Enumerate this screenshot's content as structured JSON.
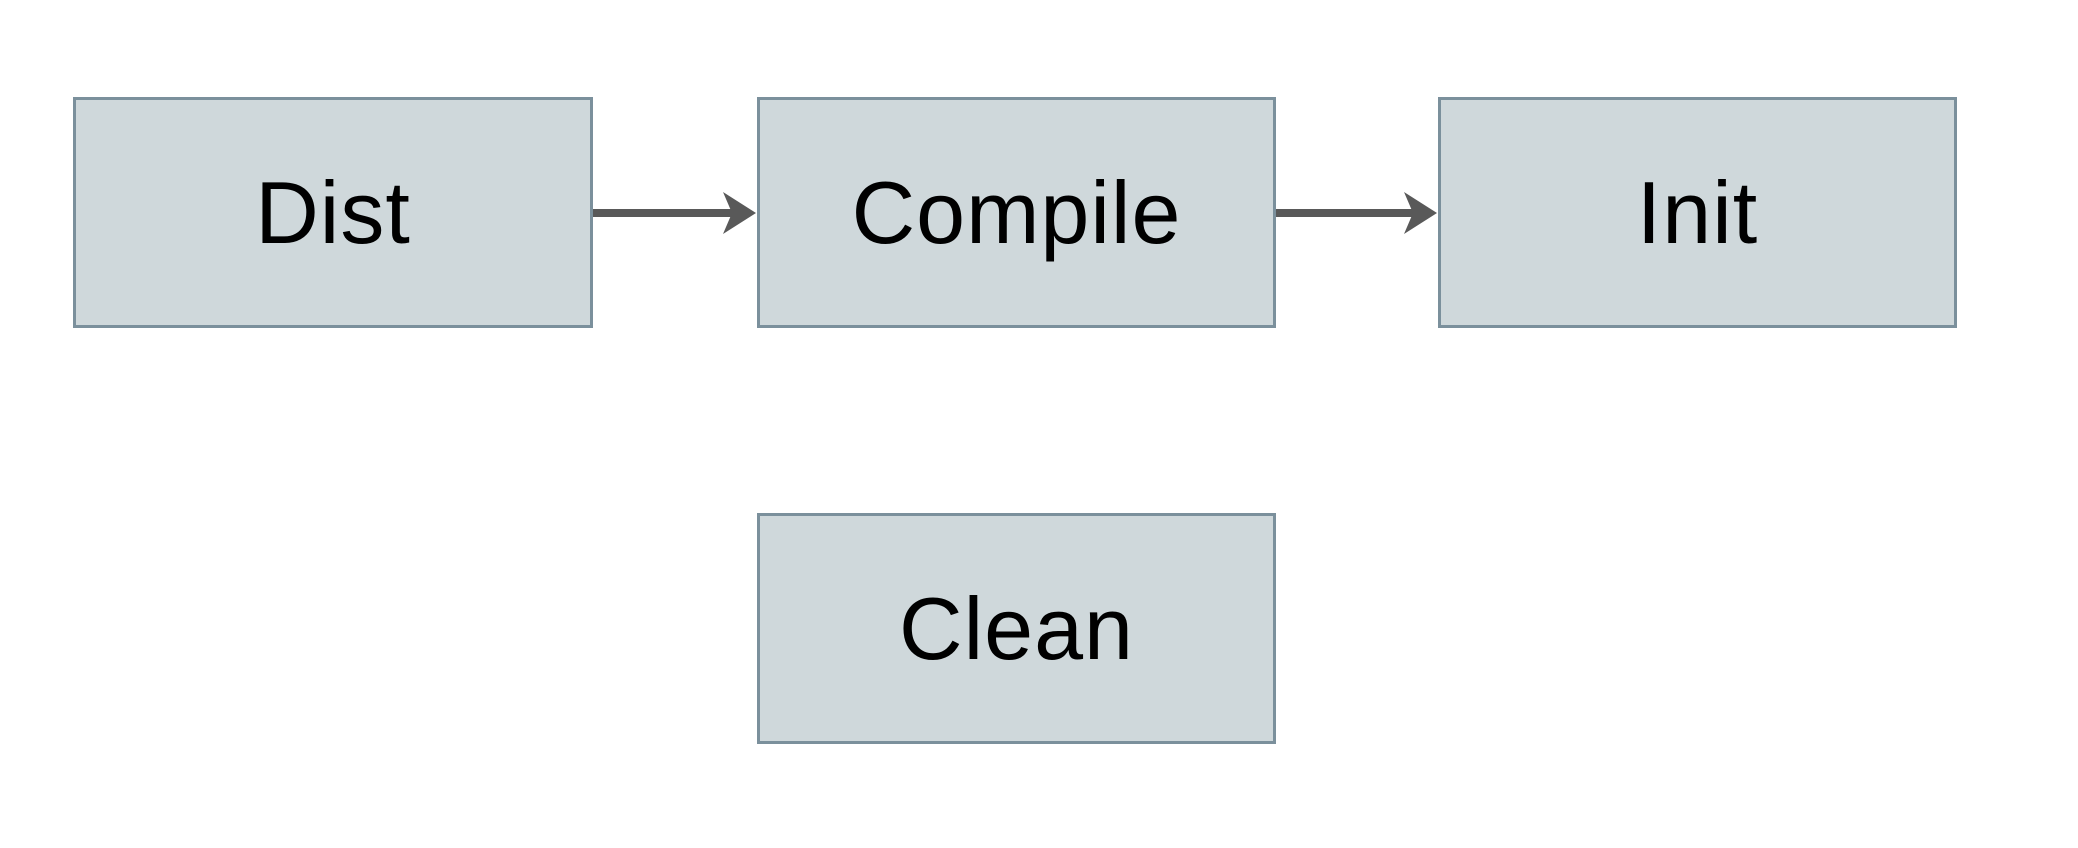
{
  "diagram": {
    "type": "flowchart",
    "nodes": [
      {
        "id": "dist",
        "label": "Dist"
      },
      {
        "id": "compile",
        "label": "Compile"
      },
      {
        "id": "init",
        "label": "Init"
      },
      {
        "id": "clean",
        "label": "Clean"
      }
    ],
    "edges": [
      {
        "from": "Dist",
        "to": "Compile",
        "style": "arrow"
      },
      {
        "from": "Compile",
        "to": "Init",
        "style": "arrow"
      }
    ],
    "colors": {
      "background": "#ffffff",
      "node_fill": "#cfd8db",
      "node_border": "#7b909c",
      "arrow": "#595959",
      "text": "#000000"
    }
  }
}
